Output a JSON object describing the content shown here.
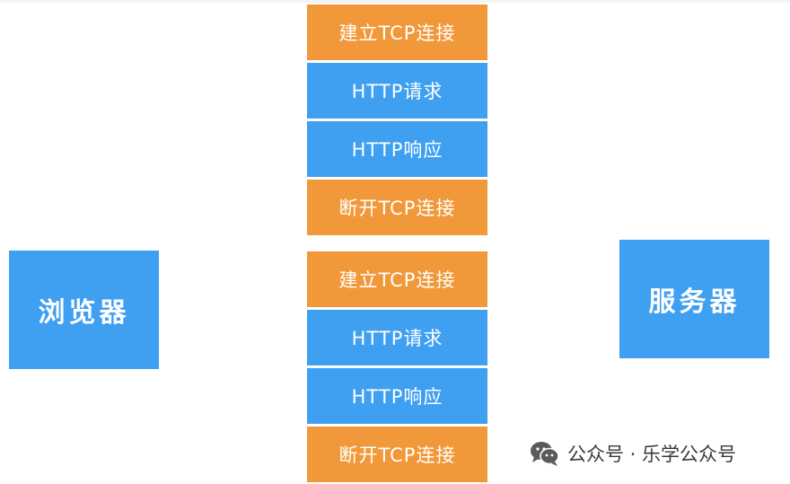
{
  "colors": {
    "blue": "#3f9ff1",
    "orange": "#f1993a",
    "text_on_box": "#ffffff",
    "watermark": "#3a3a3a"
  },
  "browser": {
    "label": "浏览器"
  },
  "server": {
    "label": "服务器"
  },
  "steps": [
    {
      "label": "建立TCP连接",
      "color": "orange"
    },
    {
      "label": "HTTP请求",
      "color": "blue"
    },
    {
      "label": "HTTP响应",
      "color": "blue"
    },
    {
      "label": "断开TCP连接",
      "color": "orange"
    },
    {
      "label": "建立TCP连接",
      "color": "orange"
    },
    {
      "label": "HTTP请求",
      "color": "blue"
    },
    {
      "label": "HTTP响应",
      "color": "blue"
    },
    {
      "label": "断开TCP连接",
      "color": "orange"
    }
  ],
  "watermark": {
    "icon": "wechat-icon",
    "text": "公众号 · 乐学公众号"
  }
}
